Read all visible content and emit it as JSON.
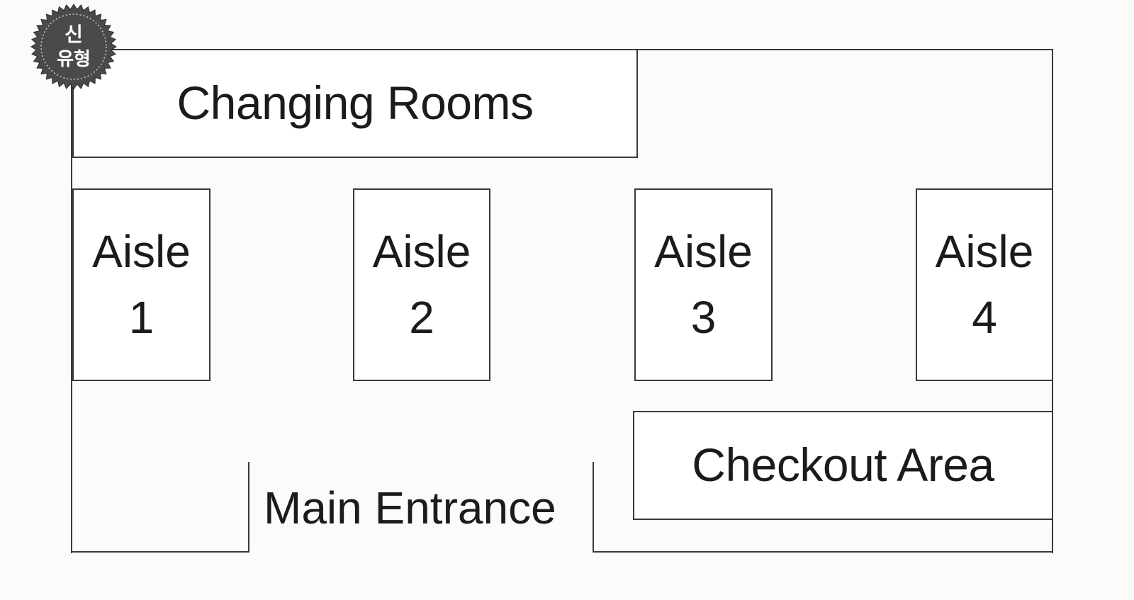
{
  "title_badge": {
    "line1": "신",
    "line2": "유형"
  },
  "rooms": {
    "changing_rooms": "Changing Rooms",
    "checkout_area": "Checkout Area"
  },
  "aisles": [
    {
      "word": "Aisle",
      "num": "1"
    },
    {
      "word": "Aisle",
      "num": "2"
    },
    {
      "word": "Aisle",
      "num": "3"
    },
    {
      "word": "Aisle",
      "num": "4"
    }
  ],
  "entrance": {
    "label": "Main Entrance"
  },
  "colors": {
    "line": "#3a3a3a",
    "background": "#fbfbfa",
    "seal": "#4a4a4a"
  }
}
